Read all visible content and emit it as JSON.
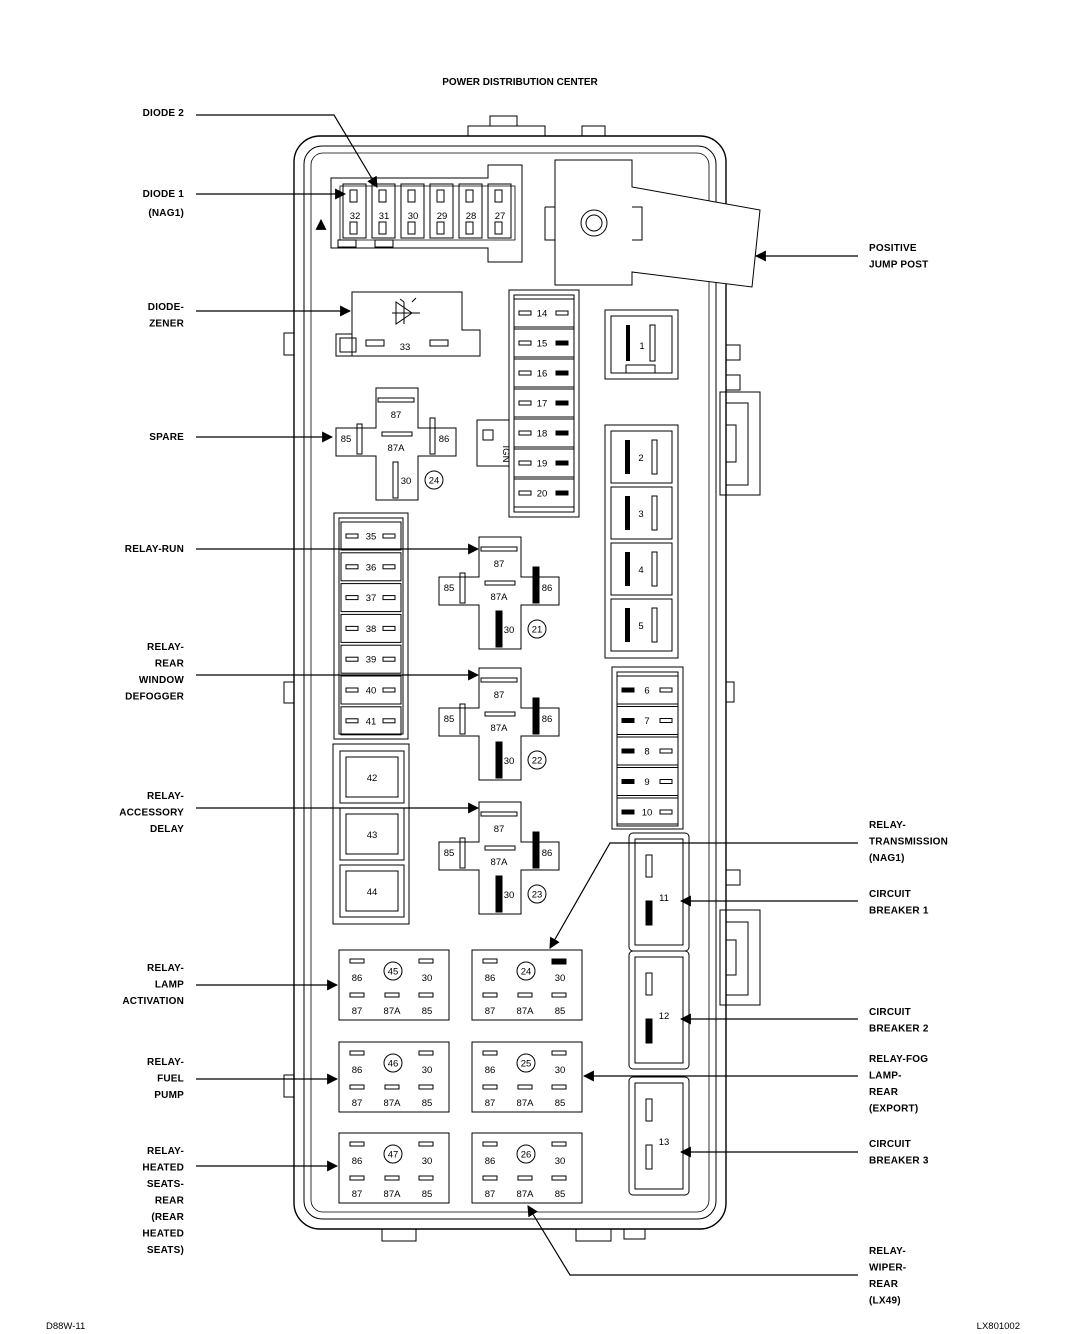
{
  "title": "POWER DISTRIBUTION CENTER",
  "footer": {
    "left": "D88W-11",
    "right": "LX801002"
  },
  "left_labels": [
    {
      "id": "diode-2",
      "lines": [
        "DIODE 2"
      ]
    },
    {
      "id": "diode-1",
      "lines": [
        "DIODE 1",
        "(NAG1)"
      ]
    },
    {
      "id": "diode-zener",
      "lines": [
        "DIODE-",
        "ZENER"
      ]
    },
    {
      "id": "spare",
      "lines": [
        "SPARE"
      ]
    },
    {
      "id": "relay-run",
      "lines": [
        "RELAY-RUN"
      ]
    },
    {
      "id": "relay-rear-window-defogger",
      "lines": [
        "RELAY-",
        "REAR",
        "WINDOW",
        "DEFOGGER"
      ]
    },
    {
      "id": "relay-accessory-delay",
      "lines": [
        "RELAY-",
        "ACCESSORY",
        "DELAY"
      ]
    },
    {
      "id": "relay-lamp-activation",
      "lines": [
        "RELAY-",
        "LAMP",
        "ACTIVATION"
      ]
    },
    {
      "id": "relay-fuel-pump",
      "lines": [
        "RELAY-",
        "FUEL",
        "PUMP"
      ]
    },
    {
      "id": "relay-heated-seats-rear",
      "lines": [
        "RELAY-",
        "HEATED",
        "SEATS-",
        "REAR",
        "(REAR",
        "HEATED",
        "SEATS)"
      ]
    }
  ],
  "right_labels": [
    {
      "id": "positive-jump-post",
      "lines": [
        "POSITIVE",
        "JUMP POST"
      ]
    },
    {
      "id": "relay-transmission",
      "lines": [
        "RELAY-",
        "TRANSMISSION",
        "(NAG1)"
      ]
    },
    {
      "id": "circuit-breaker-1",
      "lines": [
        "CIRCUIT",
        "BREAKER 1"
      ]
    },
    {
      "id": "circuit-breaker-2",
      "lines": [
        "CIRCUIT",
        "BREAKER 2"
      ]
    },
    {
      "id": "relay-fog-lamp-rear",
      "lines": [
        "RELAY-FOG",
        "LAMP-",
        "REAR",
        "(EXPORT)"
      ]
    },
    {
      "id": "circuit-breaker-3",
      "lines": [
        "CIRCUIT",
        "BREAKER 3"
      ]
    },
    {
      "id": "relay-wiper-rear",
      "lines": [
        "RELAY-",
        "WIPER-",
        "REAR",
        "(LX49)"
      ]
    }
  ],
  "top_fuses": [
    "32",
    "31",
    "30",
    "29",
    "28",
    "27"
  ],
  "zener_fuse": "33",
  "ign_label": "IGN",
  "mini_fuses_center": [
    "14",
    "15",
    "16",
    "17",
    "18",
    "19",
    "20"
  ],
  "mini_fuses_left": [
    "35",
    "36",
    "37",
    "38",
    "39",
    "40",
    "41"
  ],
  "mini_fuses_right": [
    "6",
    "7",
    "8",
    "9",
    "10"
  ],
  "maxi_fuses_right": [
    "1",
    "2",
    "3",
    "4",
    "5"
  ],
  "cartridge_fuses": [
    "42",
    "43",
    "44"
  ],
  "circuit_breakers": [
    "11",
    "12",
    "13"
  ],
  "cross_relays": [
    {
      "num": "24",
      "pins": [
        "87",
        "85",
        "87A",
        "86",
        "30"
      ]
    },
    {
      "num": "21",
      "pins": [
        "87",
        "85",
        "87A",
        "86",
        "30"
      ]
    },
    {
      "num": "22",
      "pins": [
        "87",
        "85",
        "87A",
        "86",
        "30"
      ]
    },
    {
      "num": "23",
      "pins": [
        "87",
        "85",
        "87A",
        "86",
        "30"
      ]
    }
  ],
  "micro_relays": [
    {
      "num": "45",
      "pins": [
        "86",
        "30",
        "87",
        "87A",
        "85"
      ]
    },
    {
      "num": "24",
      "pins": [
        "86",
        "30",
        "87",
        "87A",
        "85"
      ]
    },
    {
      "num": "46",
      "pins": [
        "86",
        "30",
        "87",
        "87A",
        "85"
      ]
    },
    {
      "num": "25",
      "pins": [
        "86",
        "30",
        "87",
        "87A",
        "85"
      ]
    },
    {
      "num": "47",
      "pins": [
        "86",
        "30",
        "87",
        "87A",
        "85"
      ]
    },
    {
      "num": "26",
      "pins": [
        "86",
        "30",
        "87",
        "87A",
        "85"
      ]
    }
  ]
}
